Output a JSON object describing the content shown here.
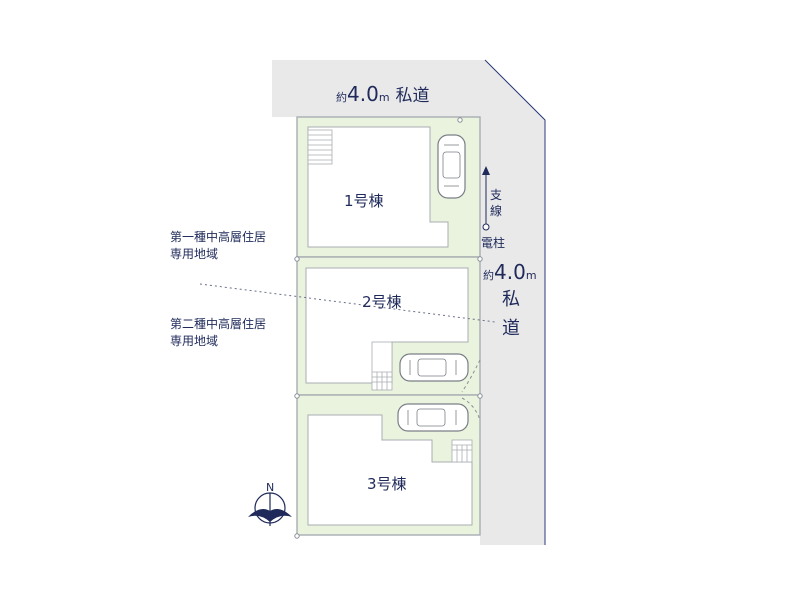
{
  "road_top": {
    "prefix": "約",
    "width": "4.0",
    "unit": "m",
    "name": "私道"
  },
  "road_right": {
    "prefix": "約",
    "width": "4.0",
    "unit": "m",
    "name_1": "私",
    "name_2": "道"
  },
  "zone_upper": {
    "line1": "第一種中高層住居",
    "line2": "専用地域"
  },
  "zone_lower": {
    "line1": "第二種中高層住居",
    "line2": "専用地域"
  },
  "buildings": [
    {
      "number": "1",
      "suffix": "号棟"
    },
    {
      "number": "2",
      "suffix": "号棟"
    },
    {
      "number": "3",
      "suffix": "号棟"
    }
  ],
  "utility_pole": {
    "label": "電柱",
    "stay_1": "支",
    "stay_2": "線"
  },
  "compass": {
    "label": "N",
    "icon": "north-arrow-icon"
  },
  "colors": {
    "road_fill": "#e9e9ea",
    "lot_fill": "#e9f3de",
    "lot_stroke": "#a9adb3",
    "building_fill": "#ffffff",
    "text": "#1f2a5a",
    "road_edge": "#2b3a78"
  }
}
